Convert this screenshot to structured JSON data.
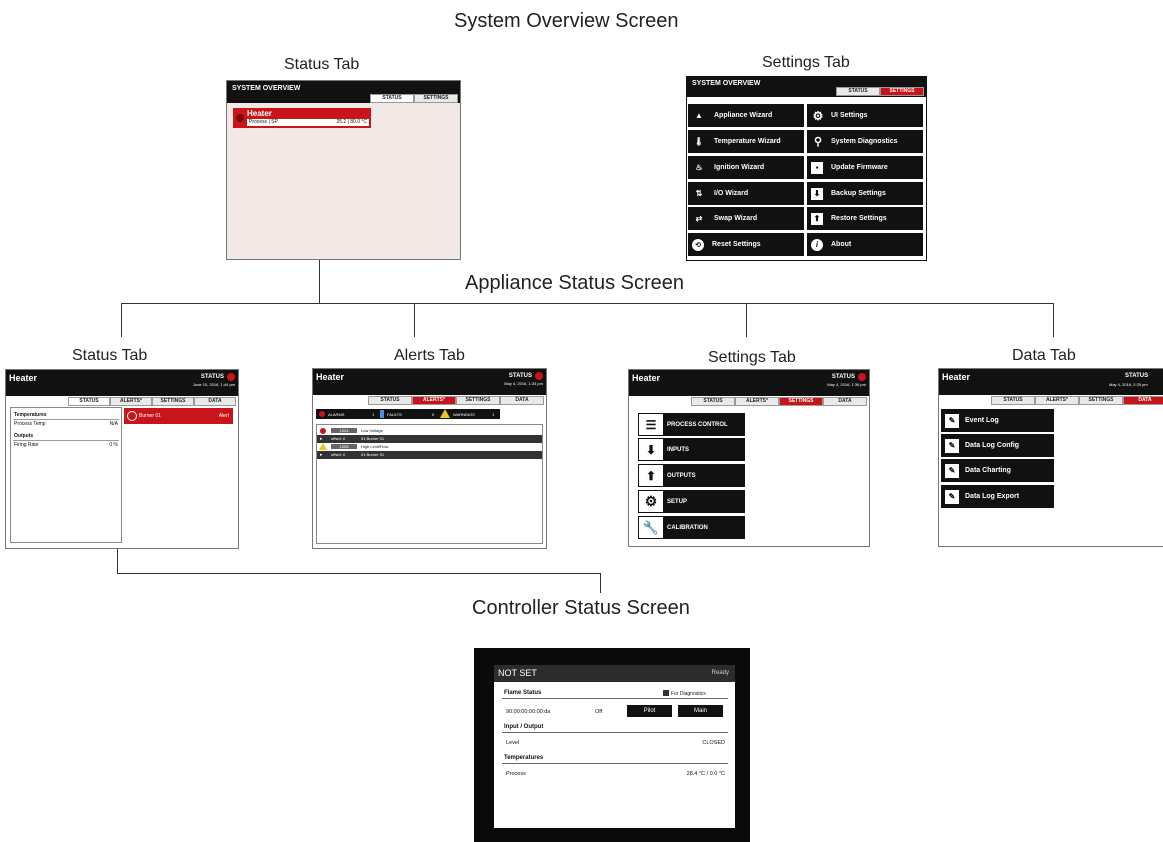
{
  "titles": {
    "system_overview": "System Overview Screen",
    "appliance_status": "Appliance Status Screen",
    "controller_status": "Controller Status Screen"
  },
  "labels": {
    "so_status_tab": "Status Tab",
    "so_settings_tab": "Settings Tab",
    "as_status_tab": "Status Tab",
    "as_alerts_tab": "Alerts Tab",
    "as_settings_tab": "Settings Tab",
    "as_data_tab": "Data Tab"
  },
  "so_status": {
    "title": "SYSTEM OVERVIEW",
    "tabs": [
      "STATUS",
      "SETTINGS"
    ],
    "heater_name": "Heater",
    "heater_row_label": "Process | SP",
    "heater_row_value": "25.2 | 80.0 °C"
  },
  "so_settings": {
    "title": "SYSTEM OVERVIEW",
    "tabs": [
      "STATUS",
      "SETTINGS"
    ],
    "buttons_left": [
      "Appliance Wizard",
      "Temperature Wizard",
      "Ignition Wizard",
      "I/O Wizard",
      "Swap Wizard",
      "Reset Settings"
    ],
    "buttons_right": [
      "UI Settings",
      "System Diagnostics",
      "Update Firmware",
      "Backup Settings",
      "Restore Settings",
      "About"
    ]
  },
  "appliance": {
    "name": "Heater",
    "status_label": "STATUS",
    "tabs": [
      "STATUS",
      "ALERTS*",
      "SETTINGS",
      "DATA"
    ]
  },
  "as_status": {
    "date": "June 10, 2016, 1:44 pm",
    "temperatures_heading": "Temperatures",
    "process_temp_label": "Process Temp",
    "process_temp_value": "N/A",
    "outputs_heading": "Outputs",
    "firing_rate_label": "Firing Rate",
    "firing_rate_value": "0 %",
    "burner": "Burner 01",
    "burner_state": "Alert"
  },
  "as_alerts": {
    "date": "May 4, 2016, 1:34 pm",
    "alarms_label": "ALARMS",
    "alarms_count": "1",
    "faults_label": "FAULTS",
    "faults_count": "0",
    "warnings_label": "WARNINGS",
    "warnings_count": "1",
    "rows": [
      {
        "code": "1024",
        "text": "Low Voltage",
        "dark": false
      },
      {
        "code": "offset: 0",
        "text": "01 Burner 01",
        "dark": true
      },
      {
        "code": "1008",
        "text": "High Limit/Flow",
        "dark": false
      },
      {
        "code": "offset: 0",
        "text": "01 Burner 01",
        "dark": true
      }
    ]
  },
  "as_settings": {
    "date": "May 4, 2016, 1:36 pm",
    "items": [
      "PROCESS CONTROL",
      "INPUTS",
      "OUTPUTS",
      "SETUP",
      "CALIBRATION"
    ]
  },
  "as_data": {
    "date": "May 4, 2016, 2:25 pm",
    "items": [
      "Event Log",
      "Data Log Config",
      "Data Charting",
      "Data Log Export"
    ]
  },
  "controller": {
    "title": "NOT SET",
    "state": "Ready",
    "flame_status": "Flame Status",
    "for_diagnostics": "For Diagnostics",
    "mac": "90:00:00:00:00:da",
    "off": "Off",
    "pilot": "Pilot",
    "main": "Main",
    "io_heading": "Input / Output",
    "level_label": "Level",
    "level_value": "CLOSED",
    "temps_heading": "Temperatures",
    "process_label": "Process",
    "process_value": "28.4 °C / 0.0 °C"
  },
  "colors": {
    "accent": "#c8141b",
    "bar": "#111111",
    "pane_bg": "#f2e9e6"
  },
  "icons": [
    "wizard-icon",
    "thermometer-icon",
    "flame-icon",
    "io-icon",
    "swap-icon",
    "reset-icon",
    "gear-icon",
    "search-icon",
    "firmware-icon",
    "backup-icon",
    "restore-icon",
    "info-icon",
    "sliders-icon",
    "down-arrow-icon",
    "up-arrow-icon",
    "wrench-icon",
    "edit-icon"
  ]
}
